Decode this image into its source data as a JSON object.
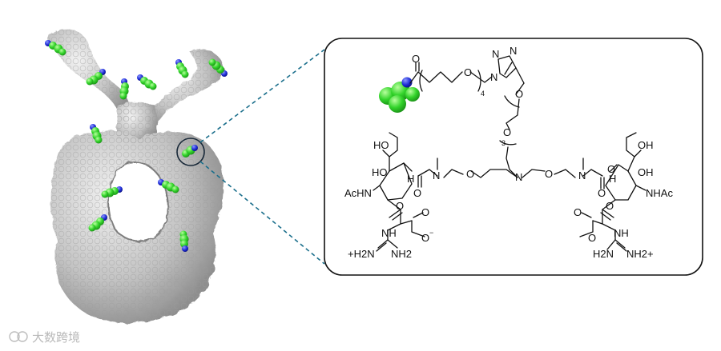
{
  "structure": {
    "left_labels": {
      "ho_top": "HO",
      "ho_mid": "HO",
      "h": "H",
      "o_ring": "O",
      "nhac": "AcHN",
      "o_carbamate": "O",
      "n_me": "N",
      "o_ether1": "O",
      "n_center": "N",
      "o_ether2": "O"
    },
    "left_bottom": {
      "o_acid": "O",
      "o_minus": "O",
      "minus": "−",
      "nh": "NH",
      "h2n_plus": "+H2N",
      "nh2": "NH2"
    },
    "right_labels": {
      "oh_top": "OH",
      "oh_mid": "OH",
      "h": "H",
      "o_ring": "O",
      "nhac": "NHAc",
      "o_carbamate": "O",
      "n_me": "N",
      "o_link": "O"
    },
    "right_bottom": {
      "o_acid": "O",
      "o_minus": "O",
      "nh": "NH",
      "h2n": "H2N",
      "nh2_plus": "NH2+"
    },
    "top_chain": {
      "o_amide": "O",
      "o_peg": "O",
      "n_sub4": "4",
      "triazole_n1": "N",
      "triazole_n2": "N",
      "triazole_n3": "N",
      "o_peg2a": "O",
      "o_peg2b": "O",
      "n_sub3": "3"
    }
  },
  "watermark": {
    "text": "大数跨境"
  },
  "colors": {
    "sphere_green": "#33d42b",
    "sphere_blue": "#1d2bd6",
    "protein_gray": "#c8c8c8",
    "dashed_line": "#1b6f8c"
  }
}
